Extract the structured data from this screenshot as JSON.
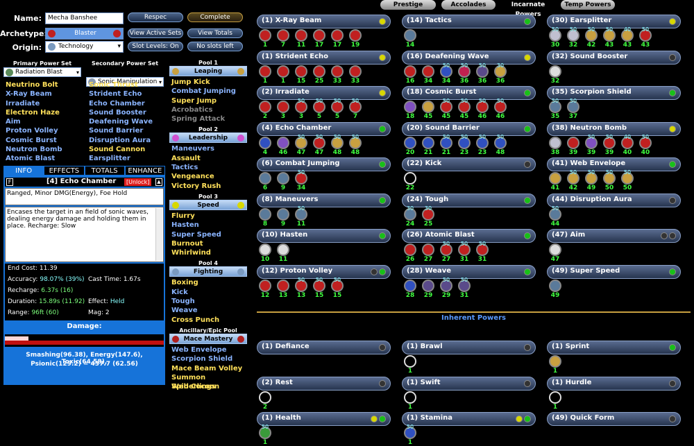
{
  "header": {
    "name_label": "Name:",
    "name_value": "Mecha Banshee",
    "archetype_label": "Archetype:",
    "archetype_value": "Blaster",
    "origin_label": "Origin:",
    "origin_value": "Technology",
    "btn_respec": "Respec",
    "btn_complete": "Complete",
    "btn_view_active": "View Active Sets",
    "btn_view_totals": "View Totals",
    "btn_slot_levels": "Slot Levels: On",
    "btn_no_slots": "No slots left"
  },
  "top_tabs": [
    "Prestige Powers",
    "Accolades",
    "Incarnate Powers",
    "Temp Powers"
  ],
  "primary": {
    "header": "Primary Power Set",
    "selected": "Radiation Blast",
    "items": [
      {
        "t": "Neutrino Bolt",
        "c": "y"
      },
      {
        "t": "X-Ray Beam",
        "c": "b"
      },
      {
        "t": "Irradiate",
        "c": "b"
      },
      {
        "t": "Electron Haze",
        "c": "y"
      },
      {
        "t": "Aim",
        "c": "b"
      },
      {
        "t": "Proton Volley",
        "c": "b"
      },
      {
        "t": "Cosmic Burst",
        "c": "b"
      },
      {
        "t": "Neutron Bomb",
        "c": "b"
      },
      {
        "t": "Atomic Blast",
        "c": "b"
      }
    ]
  },
  "secondary": {
    "header": "Secondary Power Set",
    "selected": "Sonic Manipulation",
    "items": [
      {
        "t": "Sonic Thrust",
        "c": "y"
      },
      {
        "t": "Strident Echo",
        "c": "b"
      },
      {
        "t": "Echo Chamber",
        "c": "b"
      },
      {
        "t": "Sound Booster",
        "c": "b"
      },
      {
        "t": "Deafening Wave",
        "c": "b"
      },
      {
        "t": "Sound Barrier",
        "c": "b"
      },
      {
        "t": "Disruption Aura",
        "c": "b"
      },
      {
        "t": "Sound Cannon",
        "c": "y"
      },
      {
        "t": "Earsplitter",
        "c": "b"
      }
    ]
  },
  "pools": [
    {
      "header": "Pool 1",
      "name": "Leaping",
      "items": [
        {
          "t": "Jump Kick",
          "c": "y"
        },
        {
          "t": "Combat Jumping",
          "c": "b"
        },
        {
          "t": "Super Jump",
          "c": "y"
        },
        {
          "t": "Acrobatics",
          "c": "g"
        },
        {
          "t": "Spring Attack",
          "c": "g"
        }
      ]
    },
    {
      "header": "Pool 2",
      "name": "Leadership",
      "items": [
        {
          "t": "Maneuvers",
          "c": "b"
        },
        {
          "t": "Assault",
          "c": "y"
        },
        {
          "t": "Tactics",
          "c": "b"
        },
        {
          "t": "Vengeance",
          "c": "y"
        },
        {
          "t": "Victory Rush",
          "c": "y"
        }
      ]
    },
    {
      "header": "Pool 3",
      "name": "Speed",
      "items": [
        {
          "t": "Flurry",
          "c": "y"
        },
        {
          "t": "Hasten",
          "c": "b"
        },
        {
          "t": "Super Speed",
          "c": "b"
        },
        {
          "t": "Burnout",
          "c": "y"
        },
        {
          "t": "Whirlwind",
          "c": "y"
        }
      ]
    },
    {
      "header": "Pool 4",
      "name": "Fighting",
      "items": [
        {
          "t": "Boxing",
          "c": "y"
        },
        {
          "t": "Kick",
          "c": "b"
        },
        {
          "t": "Tough",
          "c": "b"
        },
        {
          "t": "Weave",
          "c": "b"
        },
        {
          "t": "Cross Punch",
          "c": "y"
        }
      ]
    },
    {
      "header": "Ancillary/Epic Pool",
      "name": "Mace Mastery",
      "items": [
        {
          "t": "Web Envelope",
          "c": "b"
        },
        {
          "t": "Scorpion Shield",
          "c": "b"
        },
        {
          "t": "Mace Beam Volley",
          "c": "y"
        },
        {
          "t": "Summon Spiderlings",
          "c": "y"
        },
        {
          "t": "Web Cocoon",
          "c": "y"
        }
      ]
    }
  ],
  "info": {
    "tabs": [
      "INFO",
      "EFFECTS",
      "TOTALS",
      "ENHANCE"
    ],
    "flag": "F",
    "title": "[4] Echo Chamber",
    "unlock": "[Unlock]",
    "type_line": "Ranged, Minor DMG(Energy), Foe Hold",
    "desc": "Encases the target in an field of sonic waves, dealing energy damage and holding them in place. Recharge: Slow",
    "end_cost_l": "End Cost:",
    "end_cost": "11.39",
    "acc_l": "Accuracy:",
    "acc": "98.07% (39%)",
    "cast_l": "Cast Time:",
    "cast": "1.67s",
    "rech_l": "Recharge:",
    "rech": "6.37s (16)",
    "dur_l": "Duration:",
    "dur": "15.89s (11.92)",
    "eff_l": "Effect:",
    "eff": "Held",
    "range_l": "Range:",
    "range": "96ft (60)",
    "mag_l": "Mag:",
    "mag": "2",
    "damage_title": "Damage:",
    "damage_text1": "Smashing(96.38), Energy(147.6), Toxic(64.58),",
    "damage_text2": "Psionic(129.2) = 437.7 (62.56)",
    "damage_fill": 0.15
  },
  "slots": [
    {
      "name": "(1) X-Ray Beam",
      "dots": [
        "y"
      ],
      "enh": [
        [
          "",
          "1",
          "#c02020"
        ],
        [
          "",
          "7",
          "#c02020"
        ],
        [
          "",
          "11",
          "#c02020"
        ],
        [
          "",
          "17",
          "#c02020"
        ],
        [
          "",
          "17",
          "#c02020"
        ],
        [
          "",
          "19",
          "#c02020"
        ]
      ]
    },
    {
      "name": "(14) Tactics",
      "dots": [
        "gr"
      ],
      "enh": [
        [
          "",
          "14",
          "#5a7a9a"
        ]
      ]
    },
    {
      "name": "(30) Earsplitter",
      "dots": [
        "y"
      ],
      "enh": [
        [
          "50",
          "30",
          "#c0c0d0"
        ],
        [
          "50",
          "32",
          "#c0c0d0"
        ],
        [
          "50",
          "42",
          "#c8a040"
        ],
        [
          "50",
          "43",
          "#c8a040"
        ],
        [
          "40",
          "43",
          "#c8a040"
        ],
        [
          "50",
          "43",
          "#c02020"
        ]
      ]
    },
    {
      "name": "(1) Strident Echo",
      "dots": [
        "y"
      ],
      "enh": [
        [
          "",
          "1",
          "#c02020"
        ],
        [
          "",
          "1",
          "#c02020"
        ],
        [
          "",
          "15",
          "#c02020"
        ],
        [
          "",
          "25",
          "#c02020"
        ],
        [
          "",
          "33",
          "#c02020"
        ],
        [
          "",
          "33",
          "#c02020"
        ]
      ]
    },
    {
      "name": "(16) Deafening Wave",
      "dots": [
        "y"
      ],
      "enh": [
        [
          "",
          "16",
          "#c02020"
        ],
        [
          "",
          "34",
          "#c02020"
        ],
        [
          "50",
          "34",
          "#3050c0"
        ],
        [
          "50",
          "36",
          "#c02050"
        ],
        [
          "50",
          "36",
          "#5a4a8a"
        ],
        [
          "30",
          "36",
          "#c8a040"
        ]
      ]
    },
    {
      "name": "(32) Sound Booster",
      "dots": [
        "k"
      ],
      "enh": [
        [
          "",
          "32",
          "#dddddd"
        ]
      ]
    },
    {
      "name": "(2) Irradiate",
      "dots": [
        "y"
      ],
      "enh": [
        [
          "",
          "2",
          "#c02020"
        ],
        [
          "",
          "3",
          "#c02020"
        ],
        [
          "50",
          "3",
          "#c02020"
        ],
        [
          "50",
          "5",
          "#c02020"
        ],
        [
          "50",
          "5",
          "#c02020"
        ],
        [
          "50",
          "7",
          "#c02020"
        ]
      ]
    },
    {
      "name": "(18) Cosmic Burst",
      "dots": [
        "gr"
      ],
      "enh": [
        [
          "",
          "18",
          "#8050c0"
        ],
        [
          "",
          "45",
          "#c8a040"
        ],
        [
          "50",
          "45",
          "#c02020"
        ],
        [
          "50",
          "45",
          "#c02020"
        ],
        [
          "50",
          "46",
          "#c02020"
        ],
        [
          "50",
          "46",
          "#c02020"
        ]
      ]
    },
    {
      "name": "(35) Scorpion Shield",
      "dots": [
        "gr"
      ],
      "enh": [
        [
          "50",
          "35",
          "#5a7a9a"
        ],
        [
          "50",
          "37",
          "#5a7a9a"
        ]
      ]
    },
    {
      "name": "(4) Echo Chamber",
      "dots": [
        "gr"
      ],
      "enh": [
        [
          "",
          "4",
          "#3050c0"
        ],
        [
          "",
          "46",
          "#8050c0"
        ],
        [
          "50",
          "47",
          "#c8a040"
        ],
        [
          "50",
          "47",
          "#c02020"
        ],
        [
          "50",
          "48",
          "#c8a040"
        ],
        [
          "50",
          "48",
          "#c8a040"
        ]
      ]
    },
    {
      "name": "(20) Sound Barrier",
      "dots": [
        "gr"
      ],
      "enh": [
        [
          "",
          "20",
          "#3050c0"
        ],
        [
          "",
          "21",
          "#3050c0"
        ],
        [
          "50",
          "21",
          "#3050c0"
        ],
        [
          "50",
          "23",
          "#3050c0"
        ],
        [
          "50",
          "23",
          "#3050c0"
        ],
        [
          "50",
          "48",
          "#3050c0"
        ]
      ]
    },
    {
      "name": "(38) Neutron Bomb",
      "dots": [
        "y"
      ],
      "enh": [
        [
          "",
          "38",
          "#c0c0d0"
        ],
        [
          "",
          "39",
          "#c02020"
        ],
        [
          "50",
          "39",
          "#8050c0"
        ],
        [
          "50",
          "39",
          "#c02020"
        ],
        [
          "40",
          "40",
          "#c02020"
        ],
        [
          "50",
          "40",
          "#c02020"
        ]
      ]
    },
    {
      "name": "(6) Combat Jumping",
      "dots": [
        "gr"
      ],
      "enh": [
        [
          "",
          "6",
          "#5a7a9a"
        ],
        [
          "",
          "9",
          "#5a7a9a"
        ],
        [
          "50",
          "34",
          "#c02020"
        ]
      ]
    },
    {
      "name": "(22) Kick",
      "dots": [
        "k"
      ],
      "enh": [
        [
          "",
          "22",
          "#000000"
        ]
      ]
    },
    {
      "name": "(41) Web Envelope",
      "dots": [
        "gr"
      ],
      "enh": [
        [
          "",
          "41",
          "#c8a040"
        ],
        [
          "50",
          "42",
          "#c8a040"
        ],
        [
          "50",
          "49",
          "#c8a040"
        ],
        [
          "50",
          "50",
          "#c8a040"
        ],
        [
          "50",
          "50",
          "#c8a040"
        ]
      ]
    },
    {
      "name": "(8) Maneuvers",
      "dots": [
        "gr"
      ],
      "enh": [
        [
          "",
          "8",
          "#5a7a9a"
        ],
        [
          "",
          "9",
          "#5a7a9a"
        ],
        [
          "50",
          "11",
          "#5a7a9a"
        ]
      ]
    },
    {
      "name": "(24) Tough",
      "dots": [
        "gr"
      ],
      "enh": [
        [
          "30",
          "24",
          "#5a7a9a"
        ],
        [
          "30",
          "25",
          "#c02020"
        ]
      ]
    },
    {
      "name": "(44) Disruption Aura",
      "dots": [
        "k"
      ],
      "enh": [
        [
          "50",
          "44",
          "#5a7a9a"
        ]
      ]
    },
    {
      "name": "(10) Hasten",
      "dots": [
        "gr"
      ],
      "enh": [
        [
          "",
          "10",
          "#dddddd"
        ],
        [
          "",
          "11",
          "#dddddd"
        ]
      ]
    },
    {
      "name": "(26) Atomic Blast",
      "dots": [
        "gr"
      ],
      "enh": [
        [
          "",
          "26",
          "#c02020"
        ],
        [
          "",
          "27",
          "#c02020"
        ],
        [
          "50",
          "27",
          "#c02020"
        ],
        [
          "50",
          "31",
          "#c02020"
        ],
        [
          "50",
          "31",
          "#c02020"
        ]
      ]
    },
    {
      "name": "(47) Aim",
      "dots": [
        "k",
        "k"
      ],
      "enh": [
        [
          "",
          "47",
          "#dddddd"
        ]
      ]
    },
    {
      "name": "(12) Proton Volley",
      "dots": [
        "k",
        "gr"
      ],
      "enh": [
        [
          "",
          "12",
          "#c02020"
        ],
        [
          "",
          "13",
          "#c02020"
        ],
        [
          "50",
          "13",
          "#c02020"
        ],
        [
          "50",
          "15",
          "#c02020"
        ],
        [
          "50",
          "15",
          "#c02020"
        ]
      ]
    },
    {
      "name": "(28) Weave",
      "dots": [
        "gr"
      ],
      "enh": [
        [
          "",
          "28",
          "#3050c0"
        ],
        [
          "",
          "29",
          "#5a4a8a"
        ],
        [
          "50",
          "29",
          "#5a4a8a"
        ],
        [
          "50",
          "31",
          "#5a4a8a"
        ]
      ]
    },
    {
      "name": "(49) Super Speed",
      "dots": [
        "gr"
      ],
      "enh": [
        [
          "",
          "49",
          "#5a7a9a"
        ]
      ]
    }
  ],
  "inherent_title": "Inherent Powers",
  "inherent": [
    {
      "name": "(1) Defiance",
      "dots": [
        "k"
      ],
      "enh": []
    },
    {
      "name": "(1) Brawl",
      "dots": [
        "k"
      ],
      "enh": [
        [
          "",
          "1",
          "#000000"
        ]
      ]
    },
    {
      "name": "(1) Sprint",
      "dots": [
        "gr"
      ],
      "enh": [
        [
          "",
          "1",
          "#c8a040"
        ]
      ]
    },
    {
      "name": "(2) Rest",
      "dots": [
        "k"
      ],
      "enh": [
        [
          "",
          "2",
          "#000000"
        ]
      ]
    },
    {
      "name": "(1) Swift",
      "dots": [
        "k"
      ],
      "enh": [
        [
          "",
          "1",
          "#000000"
        ]
      ]
    },
    {
      "name": "(1) Hurdle",
      "dots": [
        "k"
      ],
      "enh": [
        [
          "",
          "1",
          "#000000"
        ]
      ]
    },
    {
      "name": "(1) Health",
      "dots": [
        "y",
        "gr"
      ],
      "enh": [
        [
          "50",
          "1",
          "#3a9a3a"
        ]
      ]
    },
    {
      "name": "(1) Stamina",
      "dots": [
        "y",
        "gr"
      ],
      "enh": [
        [
          "50",
          "1",
          "#3050c0"
        ]
      ]
    },
    {
      "name": "(49) Quick Form",
      "dots": [
        "k"
      ],
      "enh": []
    }
  ]
}
